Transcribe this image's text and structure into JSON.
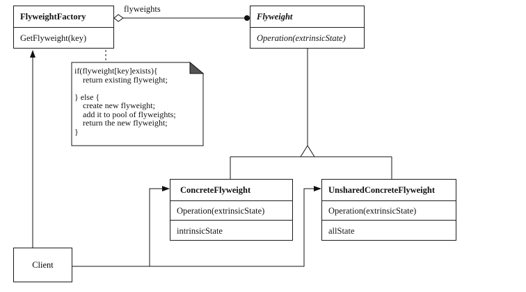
{
  "classes": {
    "flyweight_factory": {
      "name": "FlyweightFactory",
      "operations": [
        "GetFlyweight(key)"
      ]
    },
    "flyweight": {
      "name": "Flyweight",
      "operations": [
        "Operation(extrinsicState)"
      ]
    },
    "concrete_flyweight": {
      "name": "ConcreteFlyweight",
      "operations": [
        "Operation(extrinsicState)"
      ],
      "attributes": [
        "intrinsicState"
      ]
    },
    "unshared_concrete_flyweight": {
      "name": "UnsharedConcreteFlyweight",
      "operations": [
        "Operation(extrinsicState)"
      ],
      "attributes": [
        "allState"
      ]
    },
    "client": {
      "name": "Client"
    }
  },
  "relationships": {
    "factory_to_flyweight_label": "flyweights"
  },
  "note": {
    "text": "if(flyweight[key]exists){\n    return existing flyweight;\n\n} else {\n    create new flyweight;\n    add it to pool of flyweights;\n    return the new flyweight;\n}"
  }
}
